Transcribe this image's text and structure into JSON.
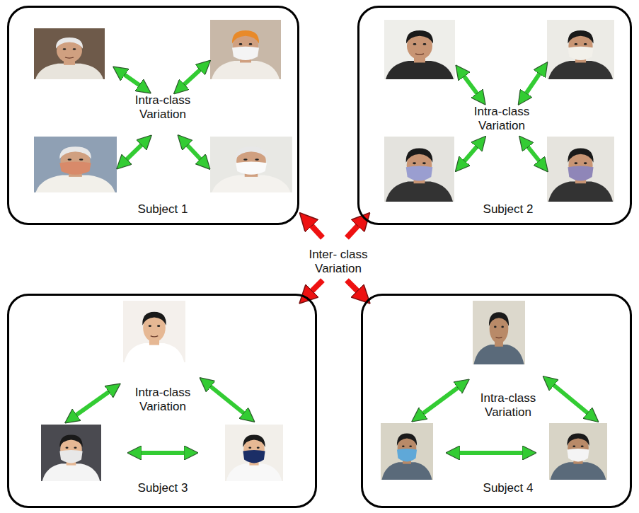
{
  "diagram": {
    "nodes": [
      {
        "text": [
          "Intra-class Variation",
          "Subject 1"
        ]
      },
      {
        "text": [
          "Intra-class Variation",
          "Subject 2"
        ]
      },
      {
        "text": [
          "Intra-class Variation",
          "Subject 3"
        ]
      },
      {
        "text": [
          "Intra-class Variation",
          "Subject 4"
        ]
      }
    ],
    "labels": [
      "Inter- class Variation"
    ]
  }
}
